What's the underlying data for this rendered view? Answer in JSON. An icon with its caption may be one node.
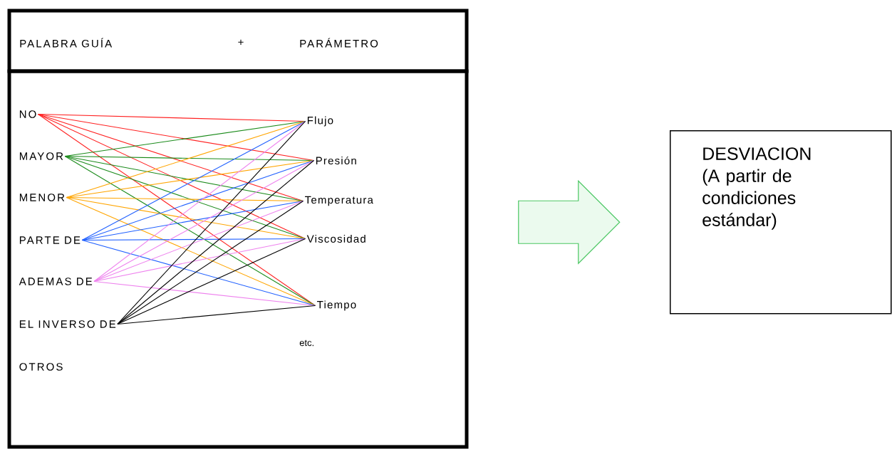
{
  "diagram": {
    "nodes": [
      {
        "text": [
          "PALABRA GUÍA",
          "+",
          "PARÁMETRO"
        ]
      },
      {
        "text": [],
        "shape": "box"
      },
      {
        "text": [
          "NO"
        ],
        "in": 1
      },
      {
        "text": [
          "MAYOR"
        ],
        "in": 1
      },
      {
        "text": [
          "MENOR"
        ],
        "in": 1
      },
      {
        "text": [
          "PARTE DE"
        ],
        "in": 1
      },
      {
        "text": [
          "ADEMAS DE"
        ],
        "in": 1
      },
      {
        "text": [
          "EL INVERSO DE"
        ],
        "in": 1
      },
      {
        "text": [
          "OTROS"
        ],
        "in": 1
      },
      {
        "text": [
          "Flujo"
        ],
        "in": 1
      },
      {
        "text": [
          "Presión"
        ],
        "in": 1
      },
      {
        "text": [
          "Temperatura"
        ],
        "in": 1
      },
      {
        "text": [
          "Viscosidad"
        ],
        "in": 1
      },
      {
        "text": [
          "Tiempo"
        ],
        "in": 1
      },
      {
        "text": [
          "DESVIACION (A partir de condiciones estándar)"
        ]
      }
    ],
    "edges": [
      {
        "from": 2,
        "to": 9,
        "arrow": "none",
        "color": "#ff2020"
      },
      {
        "from": 2,
        "to": 10,
        "arrow": "none",
        "color": "#ff2020"
      },
      {
        "from": 2,
        "to": 11,
        "arrow": "none",
        "color": "#ff2020"
      },
      {
        "from": 2,
        "to": 12,
        "arrow": "none",
        "color": "#ff2020"
      },
      {
        "from": 2,
        "to": 13,
        "arrow": "none",
        "color": "#ff2020"
      },
      {
        "from": 3,
        "to": 9,
        "arrow": "none",
        "color": "#1a8a1a"
      },
      {
        "from": 3,
        "to": 10,
        "arrow": "none",
        "color": "#1a8a1a"
      },
      {
        "from": 3,
        "to": 11,
        "arrow": "none",
        "color": "#1a8a1a"
      },
      {
        "from": 3,
        "to": 12,
        "arrow": "none",
        "color": "#1a8a1a"
      },
      {
        "from": 3,
        "to": 13,
        "arrow": "none",
        "color": "#1a8a1a"
      },
      {
        "from": 4,
        "to": 9,
        "arrow": "none",
        "color": "#ffa500"
      },
      {
        "from": 4,
        "to": 10,
        "arrow": "none",
        "color": "#ffa500"
      },
      {
        "from": 4,
        "to": 11,
        "arrow": "none",
        "color": "#ffa500"
      },
      {
        "from": 4,
        "to": 12,
        "arrow": "none",
        "color": "#ffa500"
      },
      {
        "from": 4,
        "to": 13,
        "arrow": "none",
        "color": "#ffa500"
      },
      {
        "from": 5,
        "to": 9,
        "arrow": "none",
        "color": "#2060ff"
      },
      {
        "from": 5,
        "to": 10,
        "arrow": "none",
        "color": "#2060ff"
      },
      {
        "from": 5,
        "to": 11,
        "arrow": "none",
        "color": "#2060ff"
      },
      {
        "from": 5,
        "to": 12,
        "arrow": "none",
        "color": "#2060ff"
      },
      {
        "from": 5,
        "to": 13,
        "arrow": "none",
        "color": "#2060ff"
      },
      {
        "from": 6,
        "to": 9,
        "arrow": "none",
        "color": "#ee82ee"
      },
      {
        "from": 6,
        "to": 10,
        "arrow": "none",
        "color": "#ee82ee"
      },
      {
        "from": 6,
        "to": 11,
        "arrow": "none",
        "color": "#ee82ee"
      },
      {
        "from": 6,
        "to": 12,
        "arrow": "none",
        "color": "#ee82ee"
      },
      {
        "from": 6,
        "to": 13,
        "arrow": "none",
        "color": "#ee82ee"
      },
      {
        "from": 7,
        "to": 9,
        "arrow": "none",
        "color": "#000000"
      },
      {
        "from": 7,
        "to": 10,
        "arrow": "none",
        "color": "#000000"
      },
      {
        "from": 7,
        "to": 11,
        "arrow": "none",
        "color": "#000000"
      },
      {
        "from": 7,
        "to": 12,
        "arrow": "none",
        "color": "#000000"
      },
      {
        "from": 7,
        "to": 13,
        "arrow": "none",
        "color": "#000000"
      },
      {
        "from": 1,
        "to": 14,
        "arrow": "to",
        "style": "thick",
        "color": "#4cc764"
      }
    ],
    "labels": [
      "etc."
    ]
  }
}
